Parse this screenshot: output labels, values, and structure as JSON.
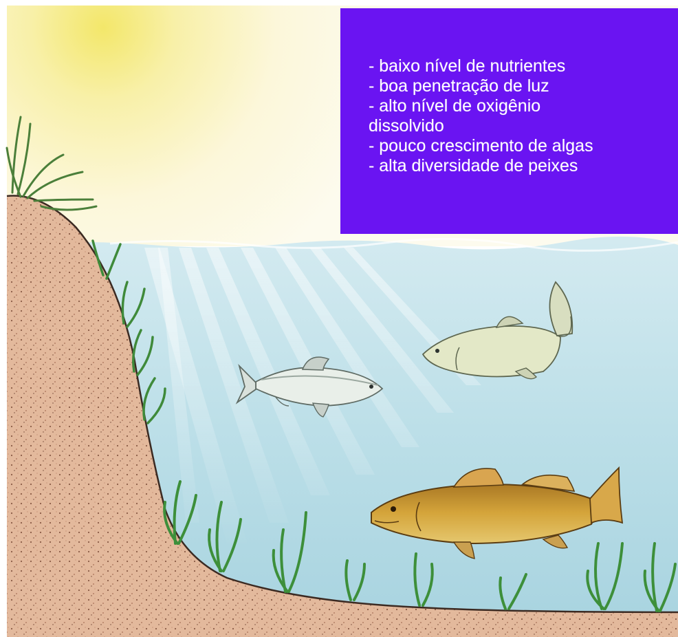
{
  "caption": {
    "lines": [
      "- baixo nível de nutrientes",
      "- boa penetração de luz",
      "- alto nível de oxigênio",
      "dissolvido",
      "- pouco crescimento de algas",
      "- alta diversidade de peixes"
    ],
    "background_color": "#6a14f2",
    "text_color": "#ffffff"
  },
  "scene": {
    "sky_color": "#fdf6c9",
    "sun_color": "#f7ec7a",
    "water_color": "#bfe0ea",
    "bank_color": "#e2b79a",
    "plant_color": "#3f8a3a",
    "fish": [
      "whitefish",
      "cisco",
      "walleye"
    ]
  }
}
